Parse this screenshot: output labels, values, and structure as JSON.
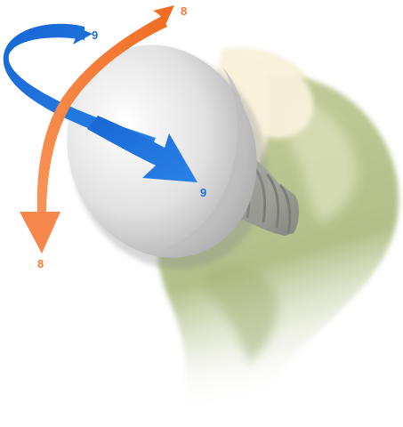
{
  "colors": {
    "background": "#ffffff",
    "bone": "#b7c491",
    "bone_highlight": "#d6dcb3",
    "cartilage": "#f6efd7",
    "implant_head": "#d6d6d6",
    "implant_stem": "#9b9d94",
    "internal_external_rotation_arrow": "#1d6fd8",
    "flexion_extension_arrow": "#f47a32"
  },
  "icons": {
    "bone": "humerus-bone-illustration",
    "implant": "humeral-head-implant-illustration",
    "blue_arrow": "curved-rotation-arrow-icon",
    "orange_arrow": "curved-arc-arrow-icon"
  },
  "labels": {
    "blue_top": "9",
    "blue_tip": "9",
    "orange_top": "8",
    "orange_bottom": "8"
  }
}
